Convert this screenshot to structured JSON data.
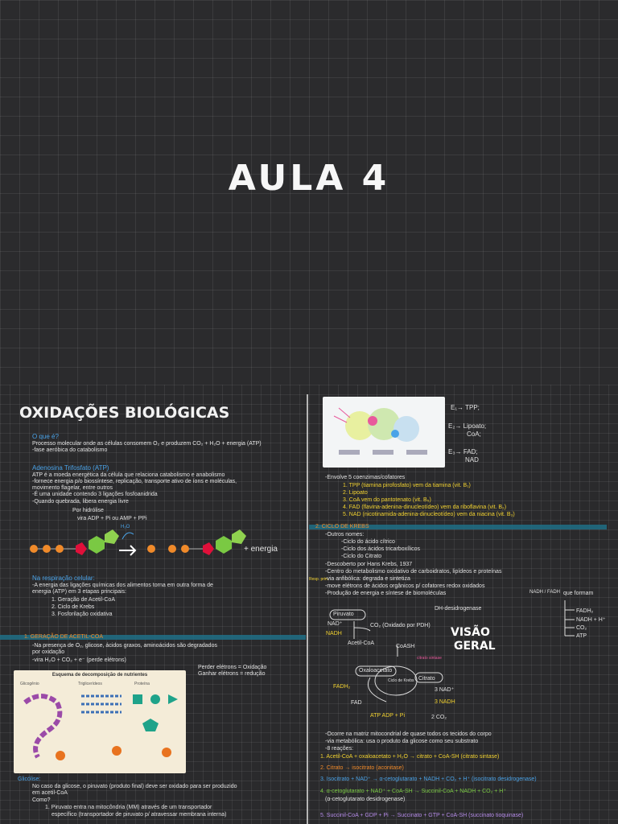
{
  "page": {
    "title": "AULA 4"
  },
  "left": {
    "heading": "OXIDAÇÕES BIOLÓGICAS",
    "q_label": "O que é?",
    "q_line1": "Processo molecular onde as células consomem O₂ e produzem CO₂ + H₂O + energia (ATP)",
    "q_line2": "-fase aeróbica do catabolismo",
    "atp_label": "Adenosina Trifosfato (ATP)",
    "atp_line1": "ATP é a moeda energética da célula que relaciona catabolismo e anabolismo",
    "atp_line2": "-fornece energia p/o biossíntese, replicação, transporte ativo de íons e moléculas,",
    "atp_line3": "movimento flagelar, entre outros",
    "atp_line4": "-É uma unidade contendo 3 ligações fosfoanidrida",
    "atp_line5": "-Quando quebrada, libera energia livre",
    "hydro1": "Por hidrólise",
    "hydro2": "vira ADP + Pi  ou  AMP + PPi",
    "eq_left": "P  P  P",
    "eq_right": "P + P  P",
    "eq_energy": "+ energia",
    "eq_water": "H₂O",
    "resp_label": "Na respiração celular:",
    "resp_line1": "-A energia das ligações químicas dos alimentos torna em outra forma de",
    "resp_line2": "energia (ATP) em 3 etapas principais:",
    "resp_step1": "1. Geração de Acetil-CoA",
    "resp_step2": "2. Ciclo de Krebs",
    "resp_step3": "3. Fosforilação oxidativa",
    "gen_label": "1. GERAÇÃO DE ACETIL-COA",
    "gen_line1": "-Na presença de O₂, glicose, ácidos graxos, aminoácidos são degradados",
    "gen_line2": "por oxidação",
    "gen_line3": "-vira H₂O + CO₂ + e⁻ (perde elétrons)",
    "ox_note1": "Perder elétrons = Oxidação",
    "ox_note2": "Ganhar elétrons = redução",
    "diag_title": "Esquema de decomposição de nutrientes",
    "diag_col1": "Glicogênio",
    "diag_col2": "Triglicerídeos",
    "diag_col3": "Proteína",
    "glyc_label": "Glicólise:",
    "glyc_line1": "No caso da glicose, o piruvato (produto final) deve ser oxidado para ser produzido",
    "glyc_line2": "em acetil-CoA",
    "glyc_line3": "Como?",
    "glyc_line4": "1. Piruvato entra na mitocôndria (MM) através de um transportador",
    "glyc_line5": "específico (transportador de piruvato p/ atravessar membrana interna)"
  },
  "right": {
    "enz_e1": "E₁→ TPP;",
    "enz_e2a": "E₂→ Lipoato;",
    "enz_e2b": "CoA;",
    "enz_e3a": "E₃→ FAD;",
    "enz_e3b": "NAD",
    "cof_label": "-Envolve 5 coenzimas/cofatores",
    "cof1": "1. TPP (tiamina pirofosfato) vem da tiamina (vit. B₁)",
    "cof2": "2. Lipoato",
    "cof3": "3. CoA vem do pantotenato (vit. B₅)",
    "cof4": "4. FAD (flavina-adenina-dinucleotídeo) vem da riboflavina (vit. B₂)",
    "cof5": "5. NAD (nicotinamida-adenina-dinucleotídeo) vem da niacina (vit. B₃)",
    "krebs_label": "2. CICLO DE KREBS",
    "krebs_names": "-Outros nomes:",
    "krebs_n1": "-Ciclo do ácido cítrico",
    "krebs_n2": "-Ciclo dos ácidos tricarboxílicos",
    "krebs_n3": "-Ciclo do Citrato",
    "krebs_disc": "-Descoberto por Hans Krebs, 1937",
    "krebs_c1": "-Centro do metabolismo oxidativo de carboidratos, lipídeos e proteínas",
    "krebs_c2": "-via anfibólica: degrada e sintetiza",
    "krebs_c3": "-move elétrons de ácidos orgânicos p/ cofatores redox oxidados",
    "krebs_c4": "-Produção de energia e síntese de biomoléculas",
    "side_note": "Resp. prin.",
    "nadh_fadh": "NADH / FADH",
    "forms": "que formam",
    "f1": "FADH₂",
    "f2": "NADH + H⁺",
    "f3": "CO₂",
    "f4": "ATP",
    "dh": "DH-desidrogenase",
    "piruvato": "Piruvato",
    "nad": "NAD⁺",
    "co2_pdh": "CO₂ (Oxidado por PDH)",
    "nadh": "NADH",
    "acetil": "Acetil-CoA",
    "coash": "CoASH",
    "visao1": "VISÃO",
    "visao2": "GERAL",
    "citrato_s": "citrato sintase",
    "oxalo": "Oxaloacetato",
    "citrato": "Citrato",
    "ciclo": "Ciclo de Krebs",
    "fadh2": "FADH₂",
    "nad3": "3 NAD⁺",
    "fad": "FAD",
    "nadh3": "3 NADH",
    "atp_adp": "ATP  ADP + Pi",
    "co2_2": "2 CO₂",
    "occ1": "-Ocorre na matriz mitocondrial de quase todos os tecidos do corpo",
    "occ2": "-via metabólica: usa o produto da glicose como seu substrato",
    "occ3": "-8 reações:",
    "r1": "1. Acetil-CoA + oxaloacetato + H₂O → citrato + CoA-SH (citrato sintase)",
    "r2": "2. Citrato → isocitrato (aconitase)",
    "r3": "3. Isocitrato + NAD⁺ → α-cetoglutarato + NADH + CO₂ + H⁺ (isocitrato desidrogenase)",
    "r4a": "4. α-cetoglutarato + NAD⁺ + CoA-SH → Succinil-CoA + NADH + CO₂ + H⁺",
    "r4b": "(α-cetoglutarato desidrogenase)",
    "r5": "5. Succinil-CoA + GDP + Pi → Succinato + GTP + CoA-SH (succinato tioquinase)"
  }
}
